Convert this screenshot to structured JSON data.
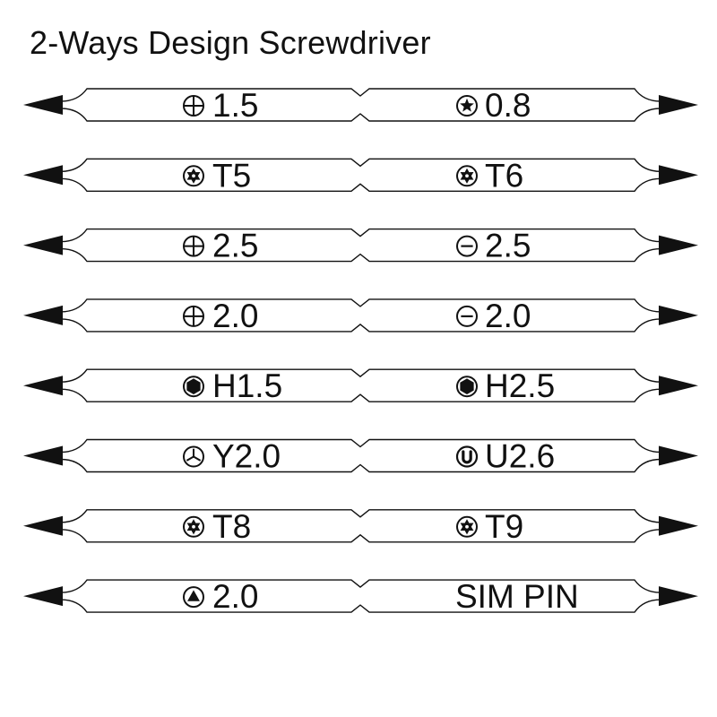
{
  "title": "2-Ways Design Screwdriver",
  "colors": {
    "ink": "#111111",
    "background": "#ffffff"
  },
  "bits": [
    {
      "left": {
        "icon": "phillips-icon",
        "label": "1.5"
      },
      "right": {
        "icon": "star-icon",
        "label": "0.8"
      }
    },
    {
      "left": {
        "icon": "torx-icon",
        "label": "T5"
      },
      "right": {
        "icon": "torx-icon",
        "label": "T6"
      }
    },
    {
      "left": {
        "icon": "phillips-icon",
        "label": "2.5"
      },
      "right": {
        "icon": "slotted-icon",
        "label": "2.5"
      }
    },
    {
      "left": {
        "icon": "phillips-icon",
        "label": "2.0"
      },
      "right": {
        "icon": "slotted-icon",
        "label": "2.0"
      }
    },
    {
      "left": {
        "icon": "hex-icon",
        "label": "H1.5"
      },
      "right": {
        "icon": "hex-icon",
        "label": "H2.5"
      }
    },
    {
      "left": {
        "icon": "tri-wing-icon",
        "label": "Y2.0"
      },
      "right": {
        "icon": "u-shape-icon",
        "label": "U2.6"
      }
    },
    {
      "left": {
        "icon": "torx-icon",
        "label": "T8"
      },
      "right": {
        "icon": "torx-icon",
        "label": "T9"
      }
    },
    {
      "left": {
        "icon": "triangle-icon",
        "label": "2.0"
      },
      "right": {
        "icon": "",
        "label": "SIM PIN"
      }
    }
  ]
}
